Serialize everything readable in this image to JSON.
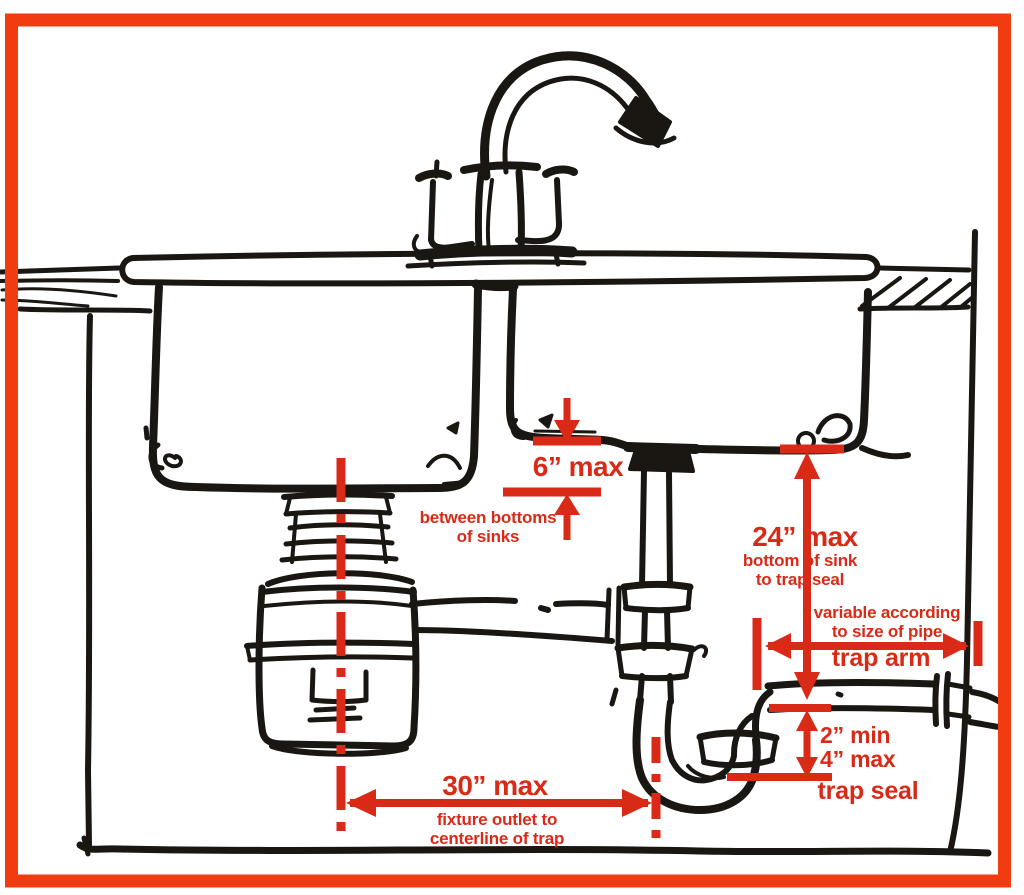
{
  "diagram_type": "hand-drawn plumbing sketch of a double kitchen sink with faucet, garbage disposal and P-trap, with red code-dimension annotations",
  "colors": {
    "annotation_red": "#d92a18",
    "border_red": "#f13c12",
    "ink": "#1a1713"
  },
  "annotations": {
    "sink_gap": {
      "value": "6” max",
      "line1": "between bottoms",
      "line2": "of sinks"
    },
    "sink_to_trap_seal": {
      "value": "24” max",
      "line1": "bottom of sink",
      "line2": "to trap seal"
    },
    "trap_arm": {
      "line1": "variable according",
      "line2": "to size of pipe",
      "label": "trap arm"
    },
    "trap_seal": {
      "min": "2” min",
      "max": "4” max",
      "label": "trap seal"
    },
    "fixture_to_trap": {
      "value": "30” max",
      "line1": "fixture outlet to",
      "line2": "centerline of trap"
    }
  }
}
